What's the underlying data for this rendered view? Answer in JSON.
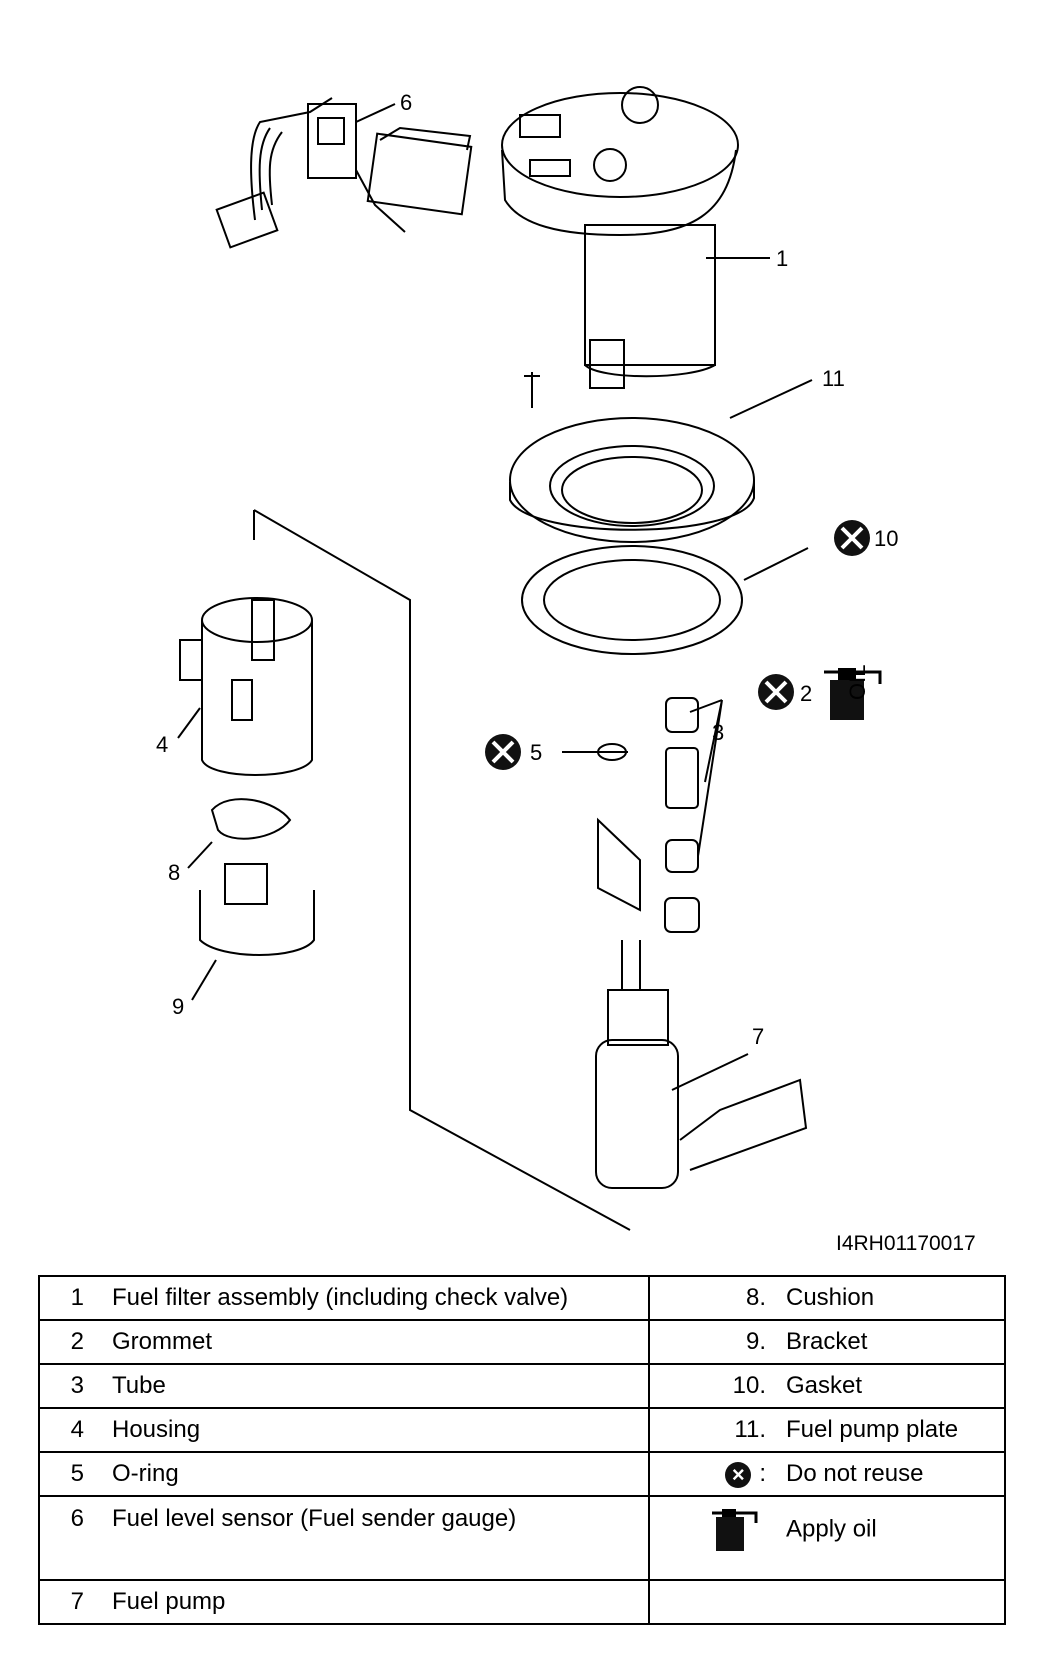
{
  "callouts": {
    "c1": "1",
    "c2": "2",
    "c3": "3",
    "c4": "4",
    "c5": "5",
    "c6": "6",
    "c7": "7",
    "c8": "8",
    "c9": "9",
    "c10": "10",
    "c11": "11"
  },
  "oil_icon_text": "OIL",
  "figure_code": "I4RH01170017",
  "legend": {
    "rows": [
      {
        "num": "1",
        "text": "Fuel filter assembly (including check valve)",
        "rnum": "8.",
        "rtext": "Cushion"
      },
      {
        "num": "2",
        "text": "Grommet",
        "rnum": "9.",
        "rtext": "Bracket"
      },
      {
        "num": "3",
        "text": "Tube",
        "rnum": "10.",
        "rtext": "Gasket"
      },
      {
        "num": "4",
        "text": "Housing",
        "rnum": "11.",
        "rtext": "Fuel pump plate"
      },
      {
        "num": "5",
        "text": "O-ring"
      },
      {
        "num": "6",
        "text": "Fuel level sensor (Fuel sender gauge)"
      },
      {
        "num": "7",
        "text": "Fuel pump"
      }
    ],
    "do_not_reuse_colon": ":",
    "do_not_reuse_text": "Do not reuse",
    "apply_oil_text": "Apply oil"
  }
}
